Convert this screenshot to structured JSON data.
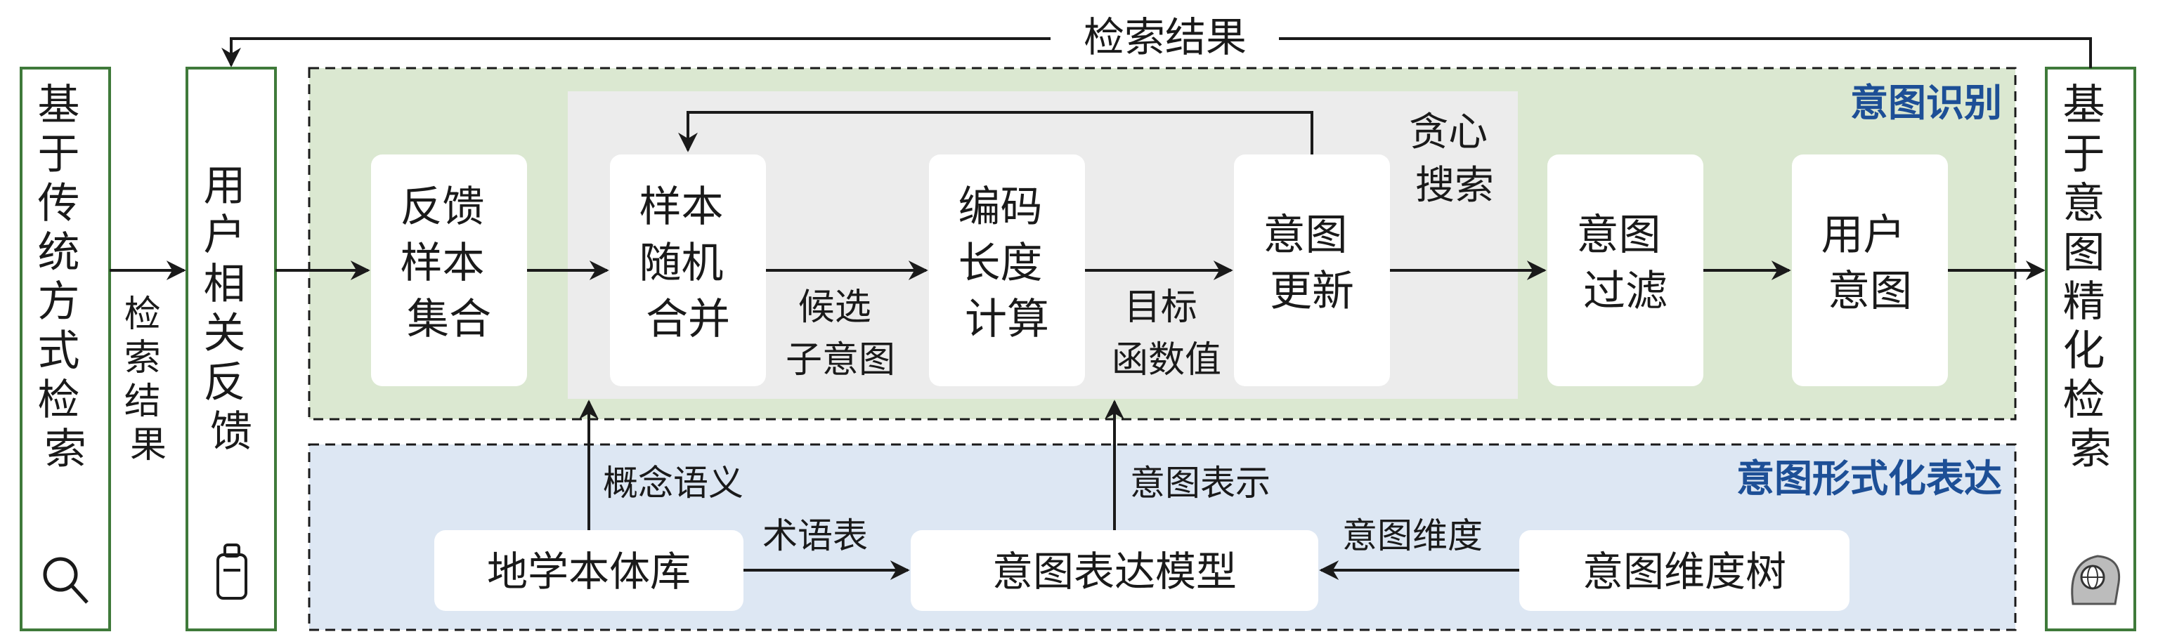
{
  "top_feedback_label": "检索结果",
  "left_box": {
    "text": "基于传统方式检索",
    "icon": "magnifier-icon"
  },
  "left_arrow_label": "检索结果",
  "feedback_box": {
    "text": "用户相关反馈",
    "icon": "clipboard-icon"
  },
  "right_box": {
    "text": "基于意图精化检索",
    "icon": "head-globe-icon"
  },
  "intent_recognition": {
    "title": "意图识别",
    "bg_color": "#dbe8d1",
    "nodes": {
      "feedback_samples": [
        "反馈",
        "样本",
        "集合"
      ],
      "sample_merge": [
        "样本",
        "随机",
        "合并"
      ],
      "length_calc": [
        "编码",
        "长度",
        "计算"
      ],
      "intent_update": [
        "意图",
        "更新"
      ],
      "intent_filter": [
        "意图",
        "过滤"
      ],
      "user_intent": [
        "用户",
        "意图"
      ]
    },
    "edge_labels": {
      "candidate": [
        "候选",
        "子意图"
      ],
      "objective": [
        "目标",
        "函数值"
      ],
      "greedy": [
        "贪心",
        "搜索"
      ]
    }
  },
  "intent_formalization": {
    "title": "意图形式化表达",
    "bg_color": "#dde7f3",
    "nodes": {
      "ontology": "地学本体库",
      "model": "意图表达模型",
      "dimension_tree": "意图维度树"
    },
    "edge_labels": {
      "concept": "概念语义",
      "terms": "术语表",
      "representation": "意图表示",
      "dimension": "意图维度"
    }
  }
}
